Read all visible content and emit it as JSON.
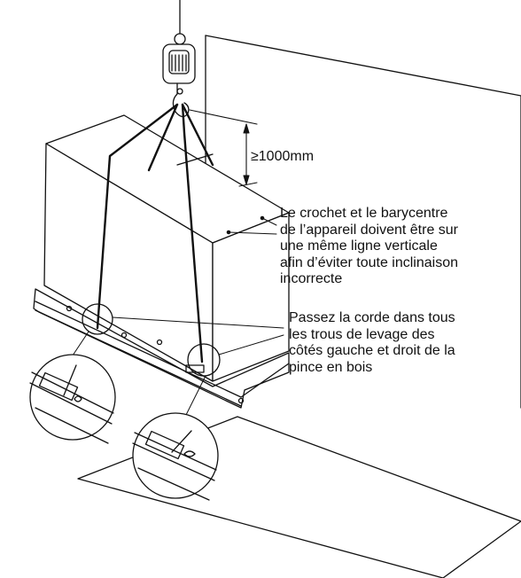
{
  "dimension_label": "≥1000mm",
  "notes": {
    "center_of_gravity": "Le crochet et le barycentre\nde l’appareil doivent être sur\nune même ligne verticale\nafin d’éviter toute inclinaison\nincorrecte",
    "rope_holes": "Passez la corde dans tous\nles trous de levage des\ncôtés gauche et droit de la\npince en bois"
  },
  "icons": [
    "crane-hook-icon"
  ],
  "colors": {
    "line": "#111111",
    "background": "#ffffff"
  }
}
